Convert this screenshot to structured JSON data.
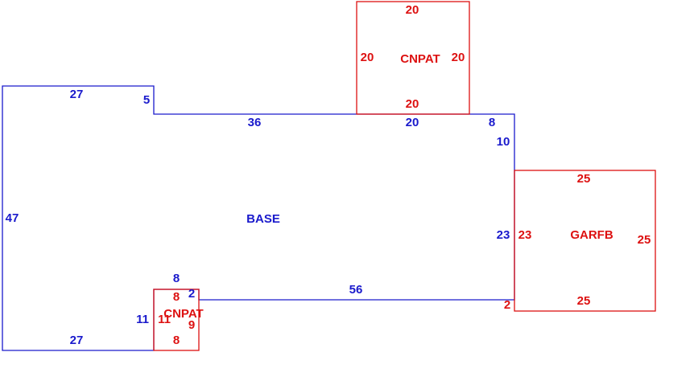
{
  "colors": {
    "base": "#1a1acc",
    "addition": "#dd1111"
  },
  "base": {
    "name": "BASE",
    "dims": {
      "top_left": "27",
      "step_down": "5",
      "top_middle": "36",
      "top_under_cnpat": "20",
      "top_right": "8",
      "right_upper": "10",
      "right_at_garage": "23",
      "bottom_long": "56",
      "step_left": "8",
      "step_small": "2",
      "bottom_left": "27",
      "left": "47",
      "notch_height": "11"
    }
  },
  "cnpat_top": {
    "name": "CNPAT",
    "dims": {
      "top": "20",
      "left": "20",
      "right": "20",
      "bottom": "20"
    }
  },
  "garage": {
    "name": "GARFB",
    "dims": {
      "top": "25",
      "left": "23",
      "right": "25",
      "bottom": "25",
      "offset": "2"
    }
  },
  "cnpat_small": {
    "name": "CNPAT",
    "dims": {
      "top": "8",
      "left": "11",
      "right": "9",
      "bottom": "8"
    }
  }
}
